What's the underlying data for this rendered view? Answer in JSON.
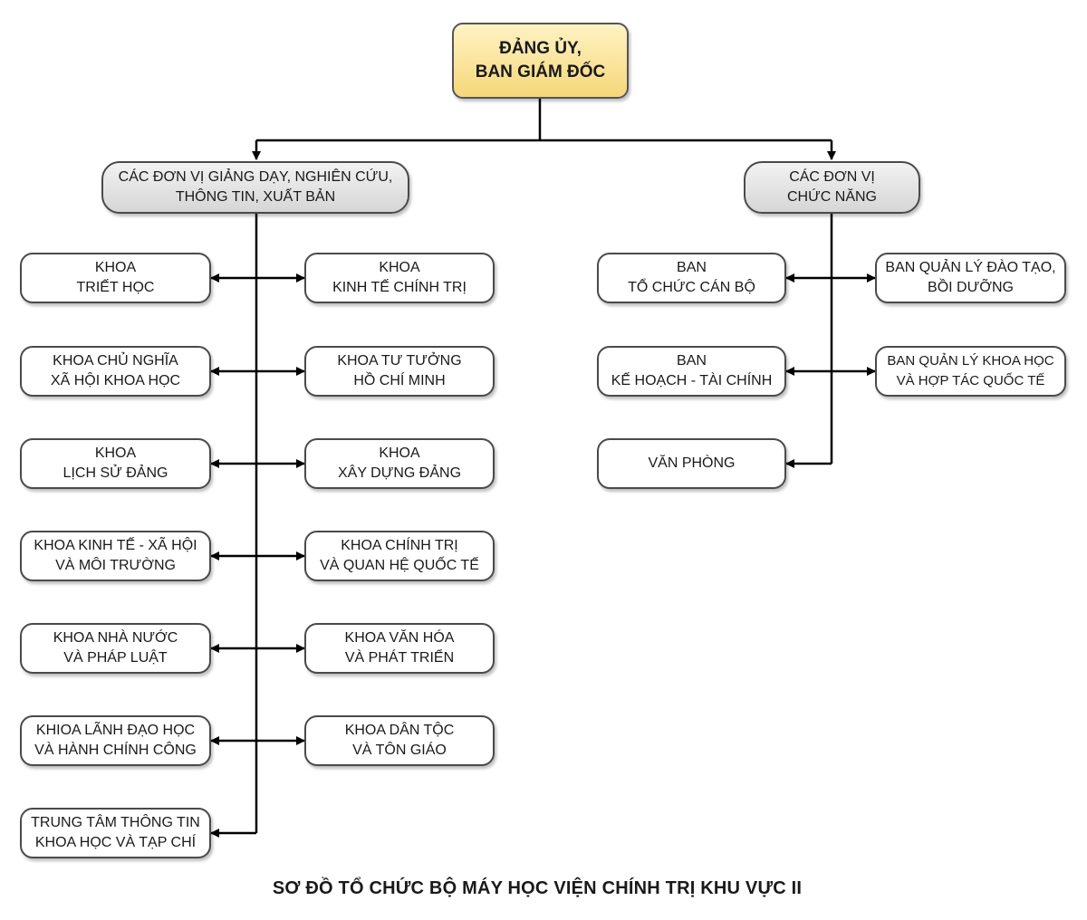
{
  "root": {
    "line1": "ĐẢNG ỦY,",
    "line2": "BAN GIÁM ĐỐC"
  },
  "groups": {
    "teaching": {
      "line1": "CÁC ĐƠN VỊ GIẢNG DẠY, NGHIÊN CỨU,",
      "line2": "THÔNG TIN, XUẤT BẢN"
    },
    "functional": {
      "line1": "CÁC ĐƠN VỊ",
      "line2": "CHỨC NĂNG"
    }
  },
  "teaching_left": [
    {
      "line1": "KHOA",
      "line2": "TRIẾT HỌC"
    },
    {
      "line1": "KHOA CHỦ NGHĨA",
      "line2": "XÃ HỘI KHOA HỌC"
    },
    {
      "line1": "KHOA",
      "line2": "LỊCH SỬ ĐẢNG"
    },
    {
      "line1": "KHOA KINH TẾ - XÃ HỘI",
      "line2": "VÀ MÔI TRƯỜNG"
    },
    {
      "line1": "KHOA NHÀ NƯỚC",
      "line2": "VÀ PHÁP LUẬT"
    },
    {
      "line1": "KHIOA LÃNH ĐẠO HỌC",
      "line2": "VÀ HÀNH CHÍNH CÔNG"
    },
    {
      "line1": "TRUNG TÂM THÔNG TIN",
      "line2": "KHOA HỌC VÀ TẠP CHÍ"
    }
  ],
  "teaching_right": [
    {
      "line1": "KHOA",
      "line2": "KINH TẾ CHÍNH TRỊ"
    },
    {
      "line1": "KHOA TƯ TƯỞNG",
      "line2": "HỒ CHÍ MINH"
    },
    {
      "line1": "KHOA",
      "line2": "XÂY DỰNG ĐẢNG"
    },
    {
      "line1": "KHOA CHÍNH TRỊ",
      "line2": "VÀ QUAN HỆ QUỐC TẾ"
    },
    {
      "line1": "KHOA VĂN HÓA",
      "line2": "VÀ PHÁT TRIỂN"
    },
    {
      "line1": "KHOA DÂN TỘC",
      "line2": "VÀ TÔN GIÁO"
    }
  ],
  "functional_left": [
    {
      "line1": "BAN",
      "line2": "TỔ CHỨC CÁN BỘ"
    },
    {
      "line1": "BAN",
      "line2": "KẾ HOẠCH - TÀI CHÍNH"
    },
    {
      "line1": "VĂN PHÒNG",
      "line2": ""
    }
  ],
  "functional_right": [
    {
      "line1": "BAN QUẢN LÝ ĐÀO TẠO,",
      "line2": "BỒI DƯỠNG"
    },
    {
      "line1": "BAN QUẢN LÝ KHOA HỌC",
      "line2": "VÀ HỢP TÁC QUỐC TẾ"
    }
  ],
  "caption": "SƠ ĐỒ TỔ CHỨC BỘ MÁY HỌC VIỆN CHÍNH TRỊ KHU VỰC II",
  "colors": {
    "root_fill": "#f5d77a",
    "group_fill": "#d6d6d6",
    "line": "#000000"
  }
}
